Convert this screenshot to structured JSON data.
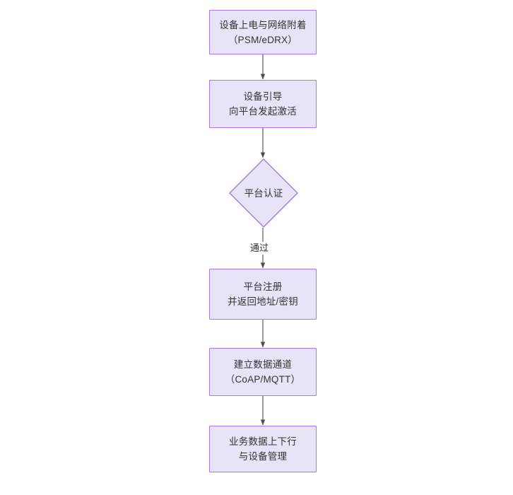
{
  "diagram": {
    "type": "flowchart",
    "orientation": "top-to-bottom",
    "background_color": "#ffffff",
    "node_fill_color": "#e8e4f8",
    "node_border_color": "#a47ae0",
    "text_color": "#333333",
    "edge_color": "#4d4d4d",
    "nodes": [
      {
        "id": "power-on",
        "shape": "rectangle",
        "line1": "设备上电与网络附着",
        "line2": "（PSM/eDRX）"
      },
      {
        "id": "bootstrap",
        "shape": "rectangle",
        "line1": "设备引导",
        "line2": "向平台发起激活"
      },
      {
        "id": "platform-auth",
        "shape": "diamond",
        "line1": "平台认证",
        "line2": ""
      },
      {
        "id": "platform-register",
        "shape": "rectangle",
        "line1": "平台注册",
        "line2": "并返回地址/密钥"
      },
      {
        "id": "data-channel",
        "shape": "rectangle",
        "line1": "建立数据通道",
        "line2": "（CoAP/MQTT）"
      },
      {
        "id": "business-data",
        "shape": "rectangle",
        "line1": "业务数据上下行",
        "line2": "与设备管理"
      }
    ],
    "edges": [
      {
        "id": "e1",
        "from": "power-on",
        "to": "bootstrap",
        "label": ""
      },
      {
        "id": "e2",
        "from": "bootstrap",
        "to": "platform-auth",
        "label": ""
      },
      {
        "id": "e3",
        "from": "platform-auth",
        "to": "platform-register",
        "label": "通过"
      },
      {
        "id": "e4",
        "from": "platform-register",
        "to": "data-channel",
        "label": ""
      },
      {
        "id": "e5",
        "from": "data-channel",
        "to": "business-data",
        "label": ""
      }
    ]
  }
}
